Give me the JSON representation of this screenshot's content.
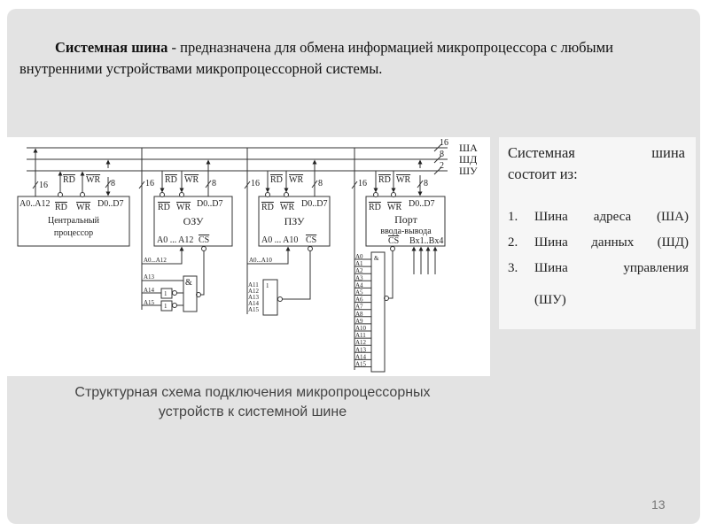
{
  "intro": {
    "bold": "Системная шина",
    "text": " - предназначена для обмена информацией микропроцессора с любыми внутренними устройствами микропроцессорной системы."
  },
  "diagram": {
    "bus_labels": [
      "ША",
      "ШД",
      "ШУ"
    ],
    "bus_widths": [
      "16",
      "8",
      "2"
    ],
    "width16": "16",
    "width8": "8",
    "rd": "RD",
    "wr": "WR",
    "cpu": {
      "addr": "A0..A12",
      "data": "D0..D7",
      "name1": "Центральный",
      "name2": "процессор"
    },
    "ram": {
      "name": "ОЗУ",
      "data": "D0..D7",
      "addr": "A0 ... A12",
      "cs": "CS",
      "addr_in": "A0...A12",
      "and": "&",
      "inv": "1",
      "lines": [
        "A13",
        "A14",
        "A15"
      ]
    },
    "rom": {
      "name": "ПЗУ",
      "data": "D0..D7",
      "addr": "A0 ... A10",
      "cs": "CS",
      "addr_in": "A0...A10",
      "or": "1",
      "lines": [
        "A11",
        "A12",
        "A13",
        "A14",
        "A15"
      ]
    },
    "port": {
      "name1": "Порт",
      "name2": "ввода-вывода",
      "data": "D0..D7",
      "cs": "CS",
      "inputs": "Bx1..Bx4",
      "and": "&",
      "lines": [
        "A0",
        "A1",
        "A2",
        "A3",
        "A4",
        "A5",
        "A6",
        "A7",
        "A8",
        "A9",
        "A10",
        "A11",
        "A12",
        "A13",
        "A14",
        "A15"
      ]
    }
  },
  "panel": {
    "head_line1": "Системная шина",
    "head_line2": "состоит из:",
    "items": [
      {
        "num": "1.",
        "label": "Шина адреса (ША)"
      },
      {
        "num": "2.",
        "label": "Шина данных (ШД)"
      },
      {
        "num": "3.",
        "label": "Шина управления"
      }
    ],
    "item3_cont": "(ШУ)"
  },
  "caption": {
    "line1": "Структурная схема подключения микропроцессорных",
    "line2": "устройств к системной шине"
  },
  "page_number": "13"
}
